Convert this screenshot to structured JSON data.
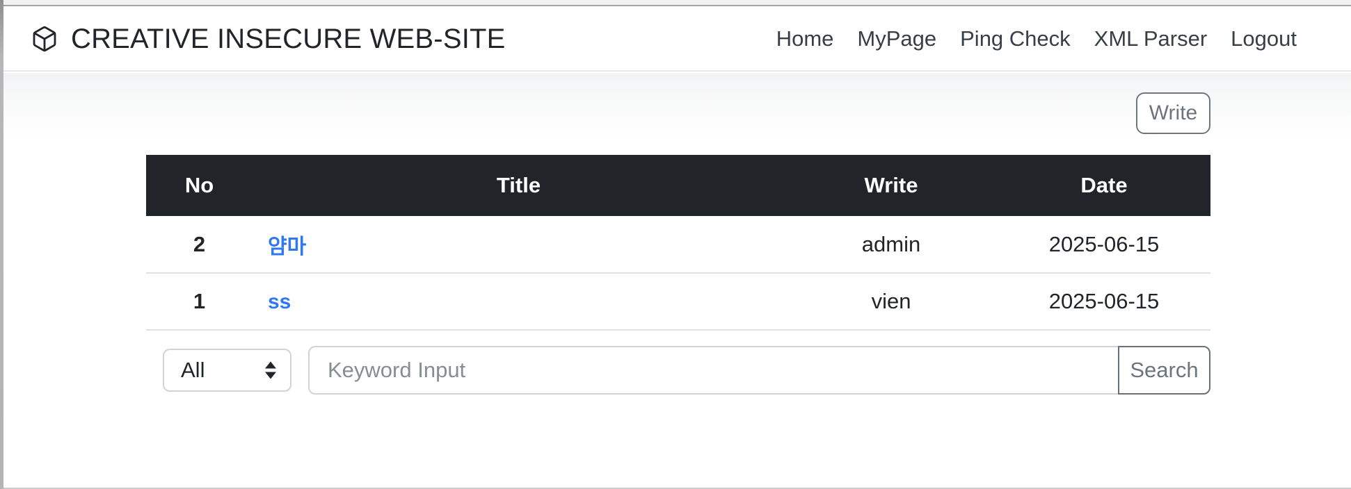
{
  "navbar": {
    "brand": "CREATIVE INSECURE WEB-SITE",
    "links": [
      "Home",
      "MyPage",
      "Ping Check",
      "XML Parser",
      "Logout"
    ]
  },
  "board": {
    "write_button": "Write",
    "table": {
      "headers": [
        "No",
        "Title",
        "Write",
        "Date"
      ],
      "rows": [
        {
          "no": "2",
          "title": "얌마",
          "writer": "admin",
          "date": "2025-06-15"
        },
        {
          "no": "1",
          "title": "ss",
          "writer": "vien",
          "date": "2025-06-15"
        }
      ]
    },
    "search": {
      "filter_value": "All",
      "keyword_placeholder": "Keyword Input",
      "search_button": "Search"
    }
  },
  "colors": {
    "link_blue": "#2f78f0",
    "table_header_bg": "#212529",
    "button_gray": "#6c757d"
  }
}
